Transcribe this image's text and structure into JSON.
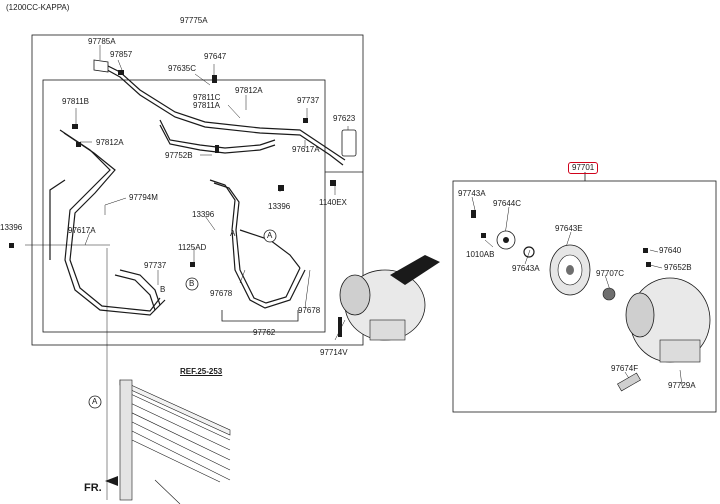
{
  "header": {
    "variant": "(1200CC-KAPPA)"
  },
  "colors": {
    "line": "#1a1a1a",
    "highlight": "#d0021b",
    "part_gray": "#6e6e6e"
  },
  "labels": {
    "p97775A": "97775A",
    "p97785A": "97785A",
    "p97857": "97857",
    "p97647": "97647",
    "p97635C": "97635C",
    "p97812A_top": "97812A",
    "p97811C": "97811C",
    "p97811A": "97811A",
    "p97737_top": "97737",
    "p97623": "97623",
    "p97811B": "97811B",
    "p97812A_left": "97812A",
    "p97752B": "97752B",
    "p97617A_top": "97617A",
    "p13396_mid": "13396",
    "p1140EX": "1140EX",
    "p97794M": "97794M",
    "p13396_left": "13396",
    "p97617A_left": "97617A",
    "p13396_b": "13396",
    "p1125AD": "1125AD",
    "p97737_low": "97737",
    "p97678_a": "97678",
    "p97678_b": "97678",
    "p97762": "97762",
    "p97714V": "97714V",
    "ref": "REF.25-253",
    "fr": "FR.",
    "callout_a": "A",
    "callout_b": "B",
    "callout_a2": "A",
    "callout_b2": "B",
    "callout_a3": "A",
    "p97701": "97701",
    "p97743A": "97743A",
    "p97644C": "97644C",
    "p97643E": "97643E",
    "p1010AB": "1010AB",
    "p97643A": "97643A",
    "p97640": "97640",
    "p97707C": "97707C",
    "p97652B": "97652B",
    "p97674F": "97674F",
    "p97729A": "97729A"
  }
}
